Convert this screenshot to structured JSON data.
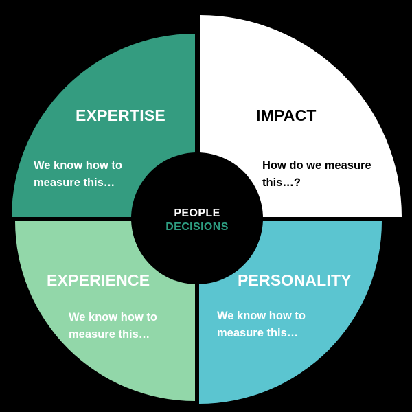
{
  "center": {
    "line1": "PEOPLE",
    "line2": "DECISIONS",
    "line1_color": "#ffffff",
    "line2_color": "#2e9e82"
  },
  "quadrants": [
    {
      "title": "EXPERTISE",
      "body_line1": "We know how to",
      "body_line2": "measure this…",
      "fill": "#349c80",
      "text_color": "#ffffff"
    },
    {
      "title": "IMPACT",
      "body_line1": "How do we measure",
      "body_line2": "this…?",
      "fill": "#ffffff",
      "text_color": "#000000"
    },
    {
      "title": "EXPERIENCE",
      "body_line1": "We know how to",
      "body_line2": "measure this…",
      "fill": "#92d7a9",
      "text_color": "#ffffff"
    },
    {
      "title": "PERSONALITY",
      "body_line1": "We know how to",
      "body_line2": "measure this…",
      "fill": "#5bc5d0",
      "text_color": "#ffffff"
    }
  ]
}
